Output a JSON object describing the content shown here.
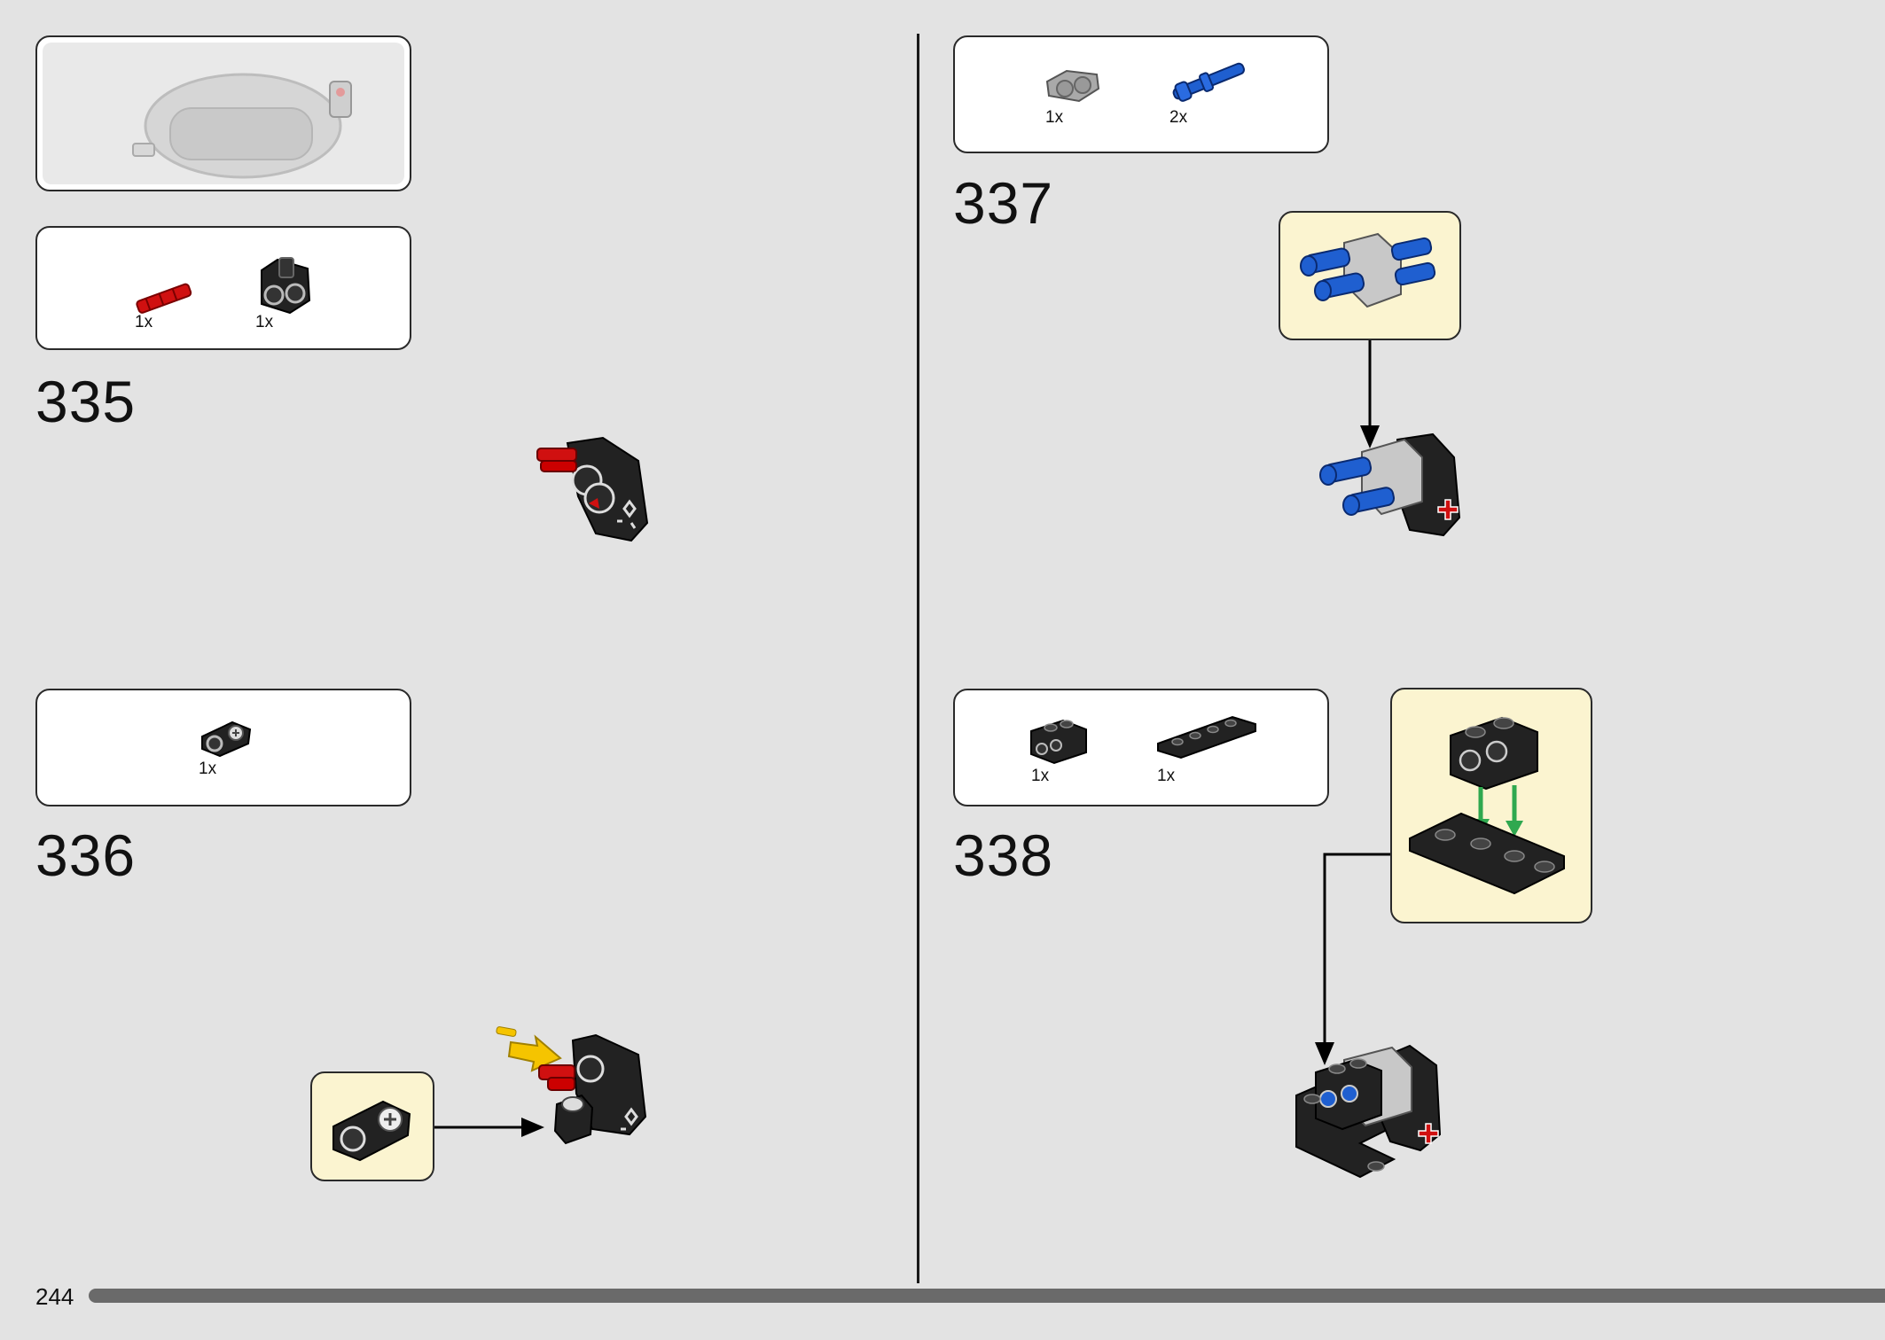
{
  "page_number": "244",
  "steps": [
    {
      "number": "335",
      "parts": [
        {
          "qty": "1x",
          "icon": "red-axle-icon"
        },
        {
          "qty": "1x",
          "icon": "black-connector-icon"
        }
      ]
    },
    {
      "number": "336",
      "parts": [
        {
          "qty": "1x",
          "icon": "black-beam-connector-icon"
        }
      ]
    },
    {
      "number": "337",
      "parts": [
        {
          "qty": "1x",
          "icon": "gray-beam-icon"
        },
        {
          "qty": "2x",
          "icon": "blue-pin-icon"
        }
      ]
    },
    {
      "number": "338",
      "parts": [
        {
          "qty": "1x",
          "icon": "black-brick-icon"
        },
        {
          "qty": "1x",
          "icon": "black-plate-icon"
        }
      ]
    }
  ],
  "colors": {
    "background": "#e3e3e3",
    "callout": "#fbf4d0",
    "lego_black": "#222222",
    "lego_blue": "#1f5fd0",
    "lego_red": "#d01010",
    "lego_gray": "#a9a9a9",
    "arrow_green": "#2fa84f",
    "arrow_yellow": "#f5c400"
  }
}
